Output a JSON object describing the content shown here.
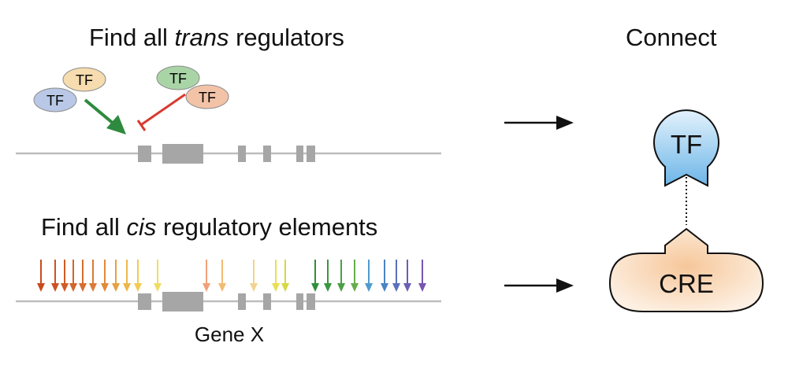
{
  "trans_heading": {
    "pre": "Find all ",
    "emph": "trans",
    "post": " regulators"
  },
  "cis_heading": {
    "pre": "Find all ",
    "emph": "cis",
    "post": " regulatory elements"
  },
  "connect_heading": "Connect",
  "gene_label": "Gene X",
  "tf_label": "TF",
  "cre_label": "CRE",
  "trans_tfs": [
    {
      "label": "TF",
      "fill": "#f6dcae"
    },
    {
      "label": "TF",
      "fill": "#b9c8e6"
    },
    {
      "label": "TF",
      "fill": "#a9d5a6"
    },
    {
      "label": "TF",
      "fill": "#f3c3a8"
    }
  ],
  "colors": {
    "activator": "#2e8a3e",
    "repressor": "#d83a2e",
    "gene_line": "#bdbdbd",
    "exon": "#a6a6a6",
    "tf_glyph_top": "#e3f2fc",
    "tf_glyph_bottom": "#6cb5e8",
    "cre_center": "#f6c79a",
    "cre_edge": "#fdf0e3"
  },
  "cis_arrow_colors": [
    "#c94a1f",
    "#cd5223",
    "#d05b27",
    "#d3642b",
    "#d66d30",
    "#db7a35",
    "#e08a3a",
    "#e6a143",
    "#ecb84b",
    "#f1cb52",
    "#f0dc63",
    "#f0a078",
    "#f2bb72",
    "#f4d38f",
    "#e9df52",
    "#d6d83f",
    "#2f8f3b",
    "#3a973f",
    "#4aa045",
    "#66ad4d",
    "#4e9bcf",
    "#4a83c4",
    "#5a6fbc",
    "#6a5fb2",
    "#7756ae"
  ]
}
